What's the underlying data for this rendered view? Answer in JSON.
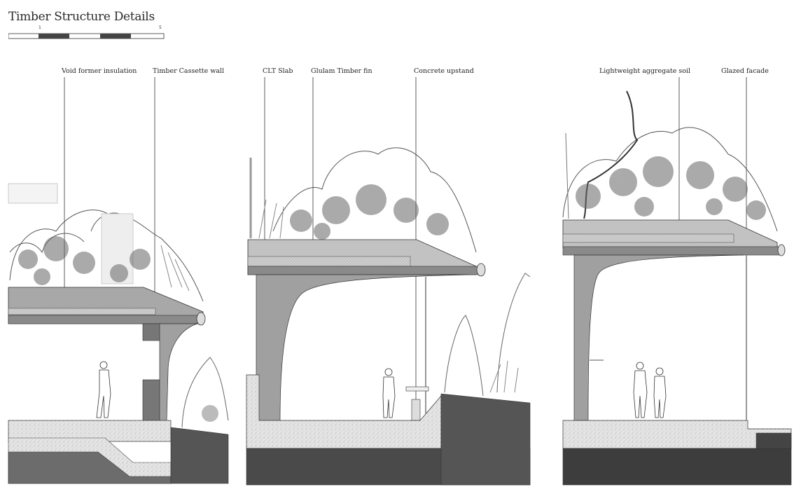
{
  "title": "Timber Structure Details",
  "scale": {
    "mark_start": "1",
    "mark_end": "5"
  },
  "labels": {
    "void_former": "Void former insulation",
    "cassette_wall": "Timber Cassette wall",
    "clt_slab": "CLT Slab",
    "glulam_fin": "Glulam Timber fin",
    "concrete_upstand": "Concrete upstand",
    "lightweight_soil": "Lightweight aggregate soil",
    "glazed_facade": "Glazed facade"
  }
}
